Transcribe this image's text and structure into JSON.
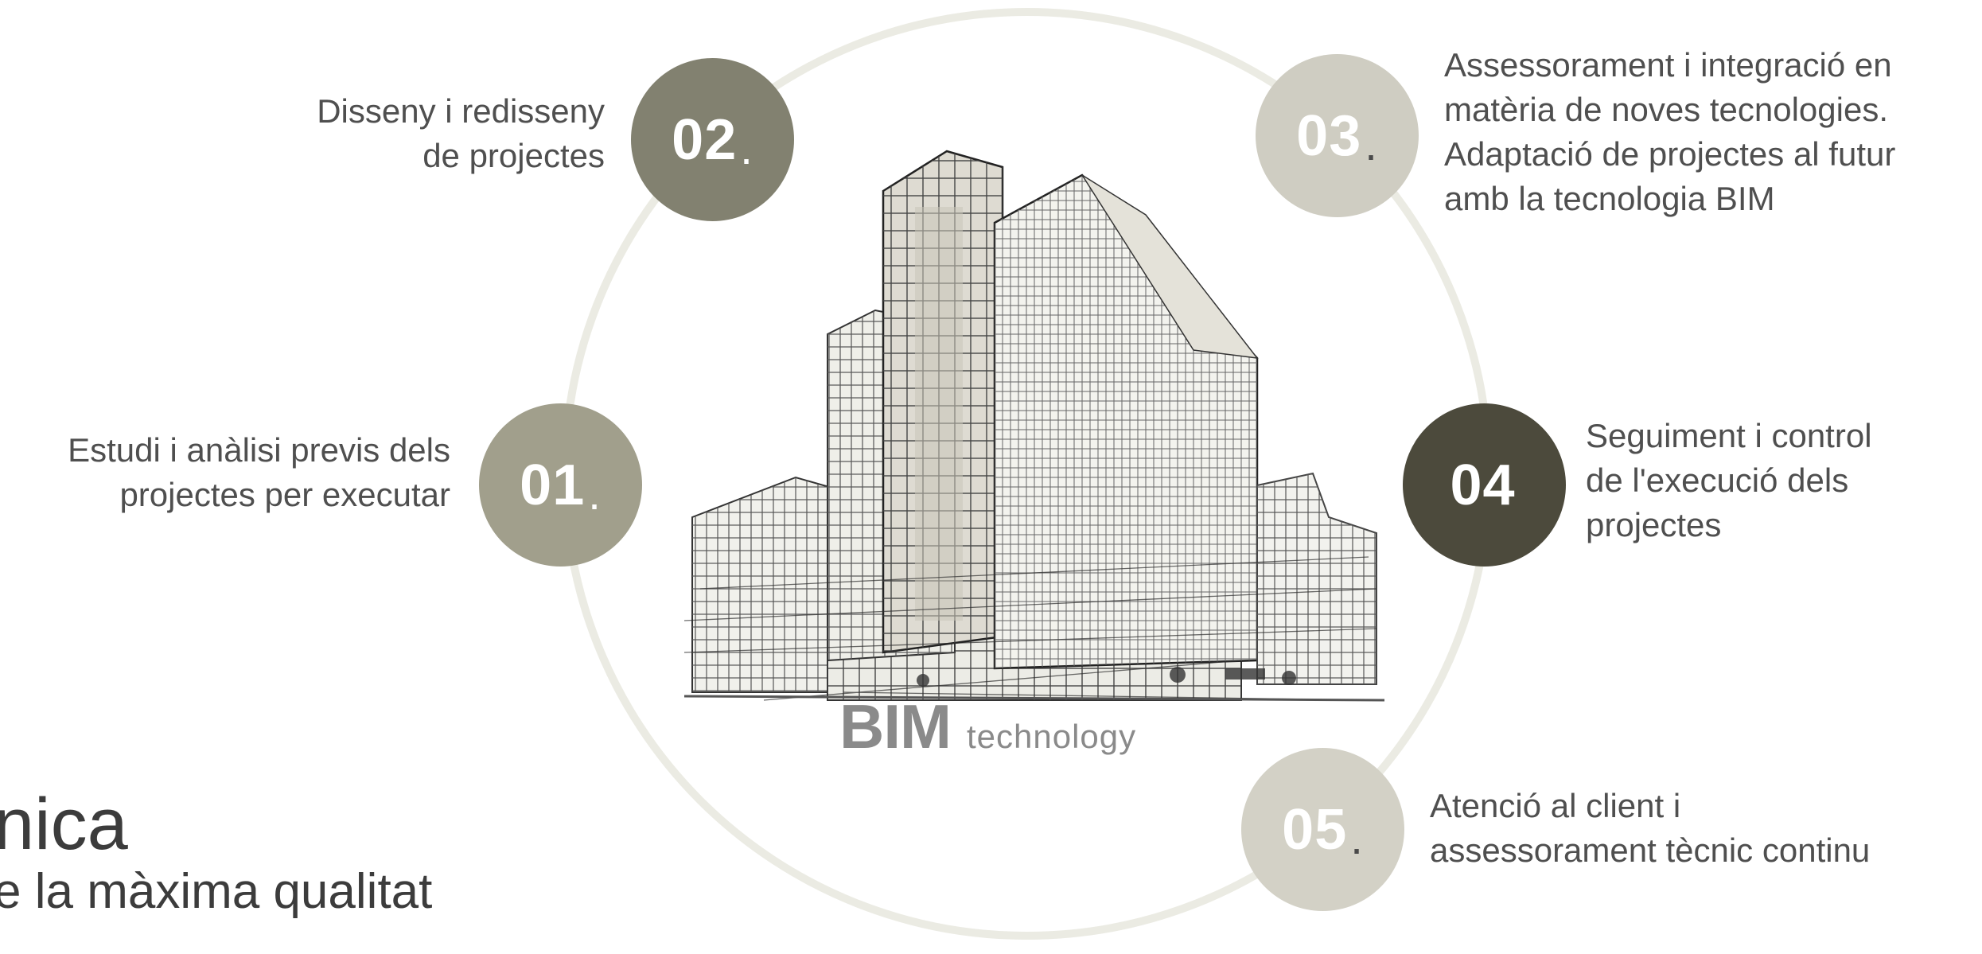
{
  "bim": {
    "main": "BIM",
    "sub": "technology"
  },
  "partial_heading": {
    "title": "nica",
    "subtitle": "e la màxima qualitat"
  },
  "steps": [
    {
      "number": "01",
      "dot": ".",
      "color": "#a19f8c",
      "lines": [
        "Estudi i anàlisi previs dels",
        "projectes per executar"
      ]
    },
    {
      "number": "02",
      "dot": ".",
      "color": "#828170",
      "lines": [
        "Disseny i redisseny",
        "de projectes"
      ]
    },
    {
      "number": "03",
      "dot": ".",
      "color": "#cfcdc2",
      "lines": [
        "Assessorament i integració en",
        "matèria de noves tecnologies.",
        "Adaptació de projectes al futur",
        "amb la tecnologia BIM"
      ]
    },
    {
      "number": "04",
      "dot": "",
      "color": "#4c4a3c",
      "lines": [
        "Seguiment i control",
        "de l'execució dels",
        "projectes"
      ]
    },
    {
      "number": "05",
      "dot": ".",
      "color": "#d3d1c6",
      "lines": [
        "Atenció al client i",
        "assessorament tècnic continu"
      ]
    }
  ],
  "icons": {
    "building": "building-sketch-illustration"
  }
}
